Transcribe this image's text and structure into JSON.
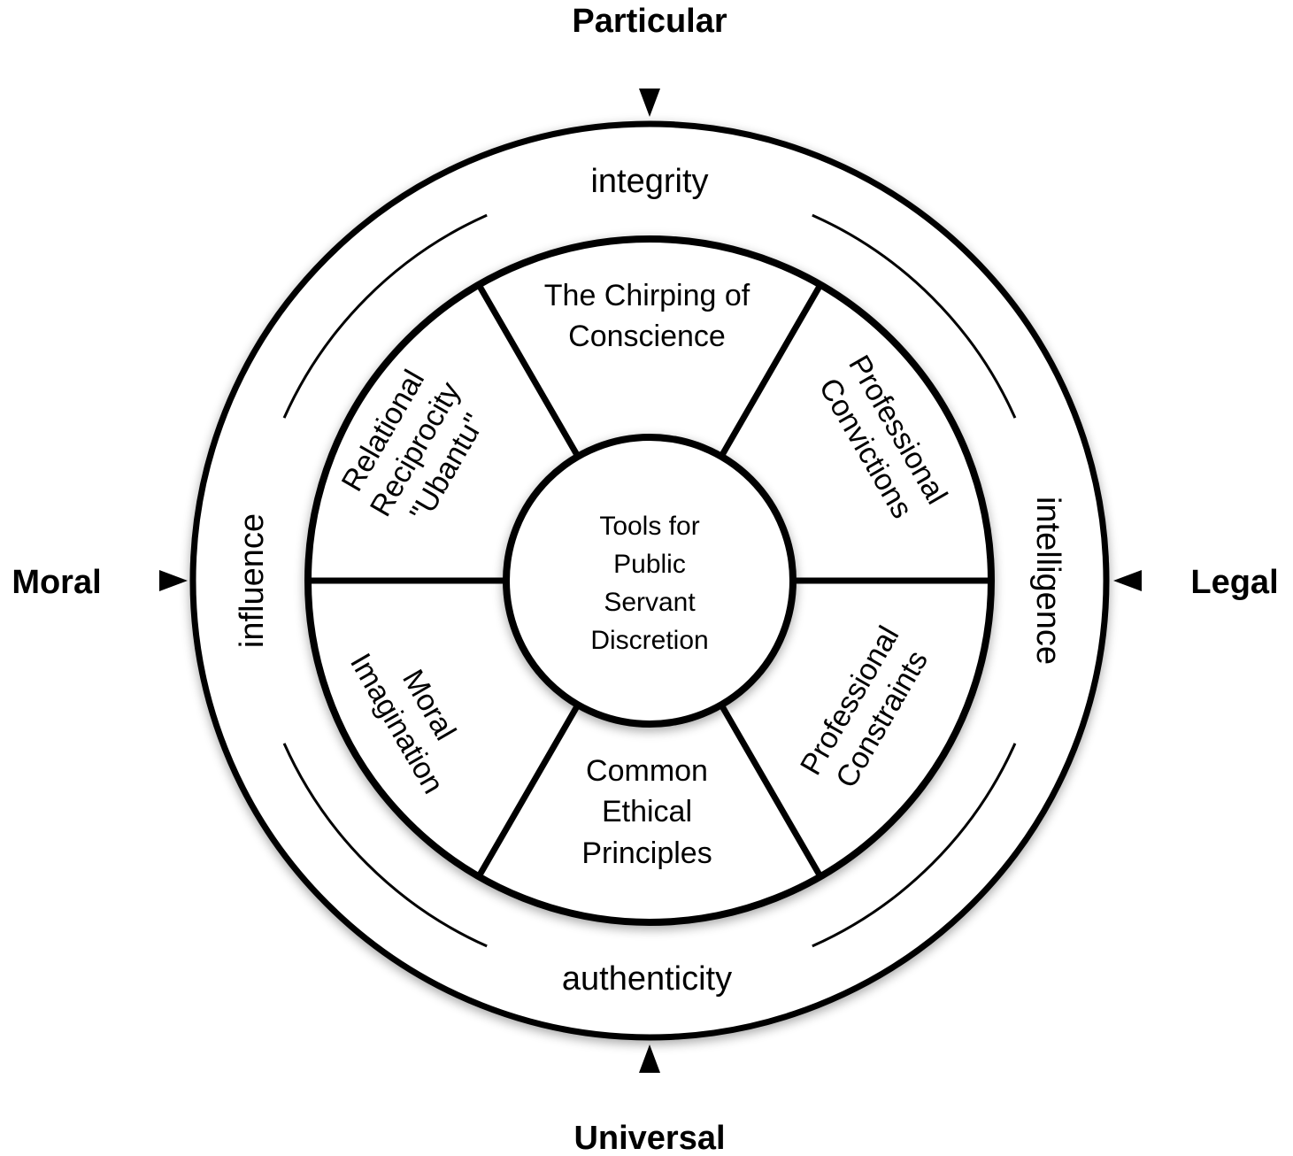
{
  "diagram": {
    "axes": {
      "top": "Particular",
      "bottom": "Universal",
      "left": "Moral",
      "right": "Legal"
    },
    "outer_ring": {
      "top": "integrity",
      "bottom": "authenticity",
      "left": "influence",
      "right": "intelligence"
    },
    "segments": [
      {
        "position": "top",
        "lines": [
          "The Chirping of",
          "Conscience"
        ]
      },
      {
        "position": "upper-right",
        "lines": [
          "Professional",
          "Convictions"
        ]
      },
      {
        "position": "lower-right",
        "lines": [
          "Professional",
          "Constraints"
        ]
      },
      {
        "position": "bottom",
        "lines": [
          "Common",
          "Ethical",
          "Principles"
        ]
      },
      {
        "position": "lower-left",
        "lines": [
          "Moral",
          "Imagination"
        ]
      },
      {
        "position": "upper-left",
        "lines": [
          "Relational",
          "Reciprocity",
          "\"Ubantu\""
        ]
      }
    ],
    "hub": {
      "lines": [
        "Tools for",
        "Public",
        "Servant",
        "Discretion"
      ]
    }
  }
}
